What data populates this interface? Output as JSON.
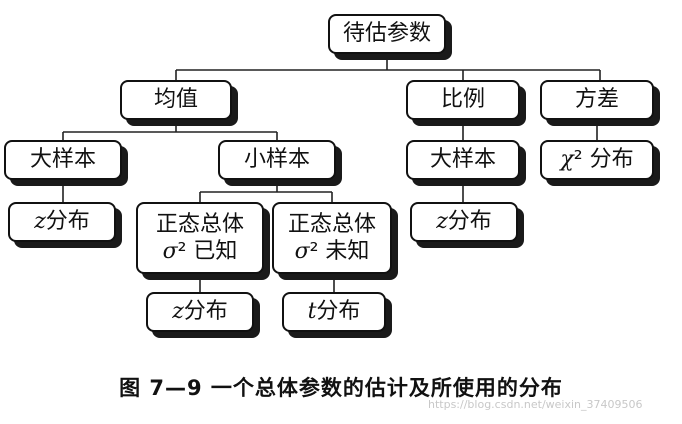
{
  "nodes": {
    "root": [
      "待估参数"
    ],
    "mean": [
      "均值"
    ],
    "proportion": [
      "比例"
    ],
    "variance": [
      "方差"
    ],
    "mean_large": [
      "大样本"
    ],
    "mean_small": [
      "小样本"
    ],
    "prop_large": [
      "大样本"
    ],
    "var_chi": [
      "χ² 分布"
    ],
    "mean_large_z": [
      "z分布"
    ],
    "small_known": [
      "正态总体",
      "σ² 已知"
    ],
    "small_unknown": [
      "正态总体",
      "σ² 未知"
    ],
    "prop_z": [
      "z分布"
    ],
    "known_z": [
      "z分布"
    ],
    "unknown_t": [
      "t分布"
    ]
  },
  "caption": "图 7—9 一个总体参数的估计及所使用的分布",
  "watermark": "https://blog.csdn.net/weixin_37409506"
}
